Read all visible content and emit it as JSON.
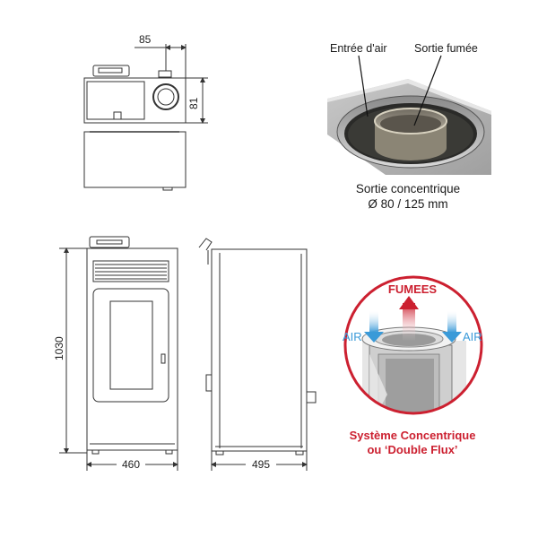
{
  "dimensions": {
    "top_offset": "85",
    "top_flue_height": "81",
    "height": "1030",
    "width": "460",
    "depth": "495"
  },
  "photo": {
    "label_air_inlet": "Entrée d'air",
    "label_smoke_outlet": "Sortie fumée",
    "caption_line1": "Sortie concentrique",
    "caption_line2": "Ø 80 / 125 mm"
  },
  "concentric": {
    "fumes_label": "FUMEES",
    "air_left_label": "AIR",
    "air_right_label": "AIR",
    "caption_line1": "Système Concentrique",
    "caption_line2": "ou ‘Double Flux’"
  },
  "colors": {
    "accent_red": "#cc2030",
    "air_blue": "#3a9ad8",
    "line": "#333333"
  }
}
